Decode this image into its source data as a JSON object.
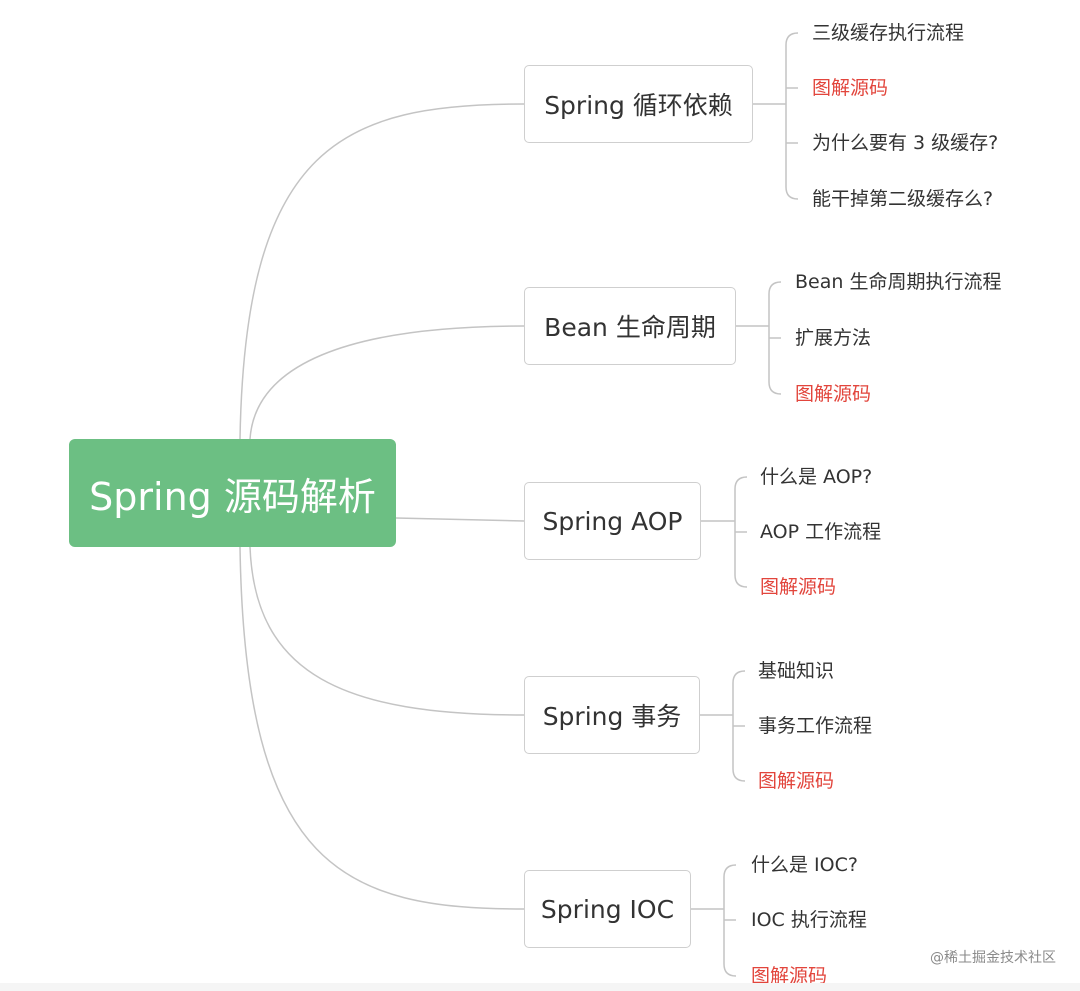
{
  "root": {
    "label": "Spring 源码解析",
    "color": "#6cbf83"
  },
  "highlight_color": "#e2453c",
  "branches": [
    {
      "label": "Spring 循环依赖",
      "children": [
        {
          "label": "三级缓存执行流程",
          "highlight": false
        },
        {
          "label": "图解源码",
          "highlight": true
        },
        {
          "label": "为什么要有 3 级缓存?",
          "highlight": false
        },
        {
          "label": "能干掉第二级缓存么?",
          "highlight": false
        }
      ]
    },
    {
      "label": "Bean 生命周期",
      "children": [
        {
          "label": "Bean 生命周期执行流程",
          "highlight": false
        },
        {
          "label": "扩展方法",
          "highlight": false
        },
        {
          "label": "图解源码",
          "highlight": true
        }
      ]
    },
    {
      "label": "Spring AOP",
      "children": [
        {
          "label": "什么是 AOP?",
          "highlight": false
        },
        {
          "label": "AOP 工作流程",
          "highlight": false
        },
        {
          "label": "图解源码",
          "highlight": true
        }
      ]
    },
    {
      "label": "Spring 事务",
      "children": [
        {
          "label": "基础知识",
          "highlight": false
        },
        {
          "label": "事务工作流程",
          "highlight": false
        },
        {
          "label": "图解源码",
          "highlight": true
        }
      ]
    },
    {
      "label": "Spring IOC",
      "children": [
        {
          "label": "什么是 IOC?",
          "highlight": false
        },
        {
          "label": "IOC 执行流程",
          "highlight": false
        },
        {
          "label": "图解源码",
          "highlight": true
        }
      ]
    }
  ],
  "watermark": "@稀土掘金技术社区"
}
